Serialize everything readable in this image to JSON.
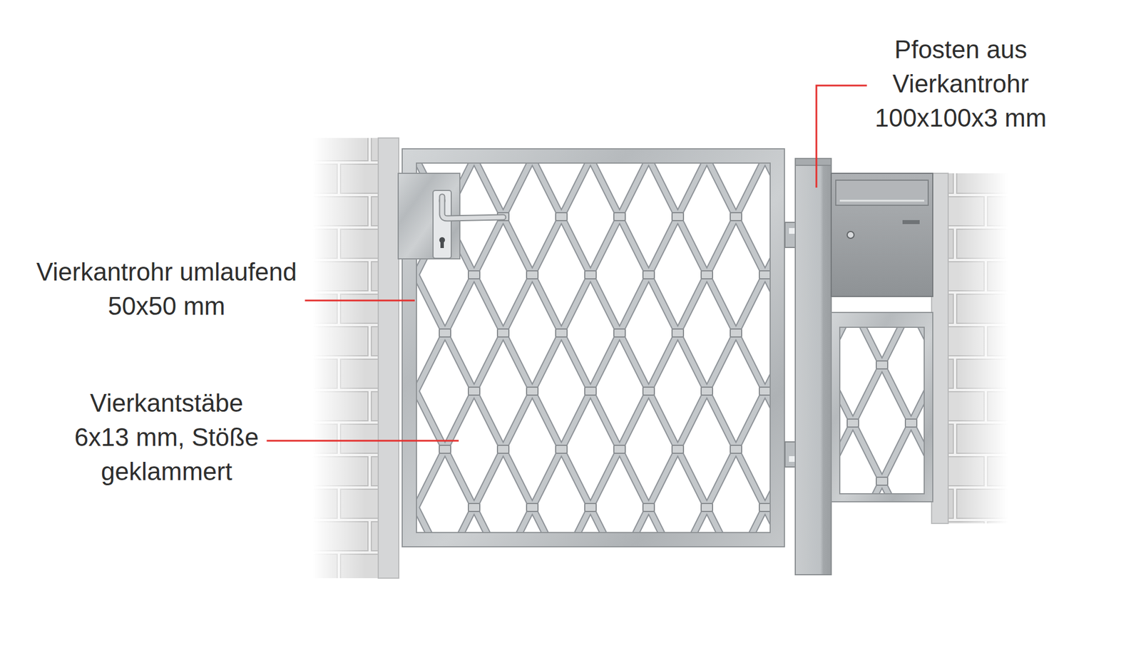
{
  "diagram": {
    "labels": [
      "Pfosten aus Vierkantrohr 100x100x3 mm",
      "Vierkantrohr umlaufend 50x50 mm",
      "Vierkantstäbe 6x13 mm, Stöße geklammert"
    ]
  }
}
